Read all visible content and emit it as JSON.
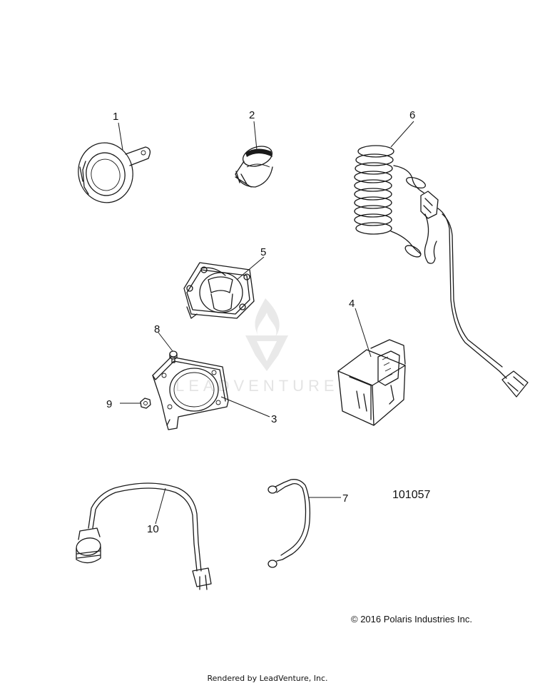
{
  "watermark": {
    "text": "LEADVENTURE"
  },
  "reference_number": "101057",
  "copyright": "© 2016 Polaris Industries Inc.",
  "footer": "Rendered by LeadVenture, Inc.",
  "callouts": [
    {
      "id": "1",
      "label": "1"
    },
    {
      "id": "2",
      "label": "2"
    },
    {
      "id": "3",
      "label": "3"
    },
    {
      "id": "4",
      "label": "4"
    },
    {
      "id": "5",
      "label": "5"
    },
    {
      "id": "6",
      "label": "6"
    },
    {
      "id": "7",
      "label": "7"
    },
    {
      "id": "8",
      "label": "8"
    },
    {
      "id": "9",
      "label": "9"
    },
    {
      "id": "10",
      "label": "10"
    }
  ],
  "parts": [
    {
      "callout": "1",
      "icon": "horn-icon"
    },
    {
      "callout": "2",
      "icon": "power-outlet-icon"
    },
    {
      "callout": "3",
      "icon": "mounting-bracket-icon"
    },
    {
      "callout": "4",
      "icon": "relay-connector-icon"
    },
    {
      "callout": "5",
      "icon": "battery-switch-icon"
    },
    {
      "callout": "6",
      "icon": "coiled-tether-icon"
    },
    {
      "callout": "7",
      "icon": "ground-cable-icon"
    },
    {
      "callout": "8",
      "icon": "screw-icon"
    },
    {
      "callout": "9",
      "icon": "nut-icon"
    },
    {
      "callout": "10",
      "icon": "outlet-harness-icon"
    }
  ]
}
